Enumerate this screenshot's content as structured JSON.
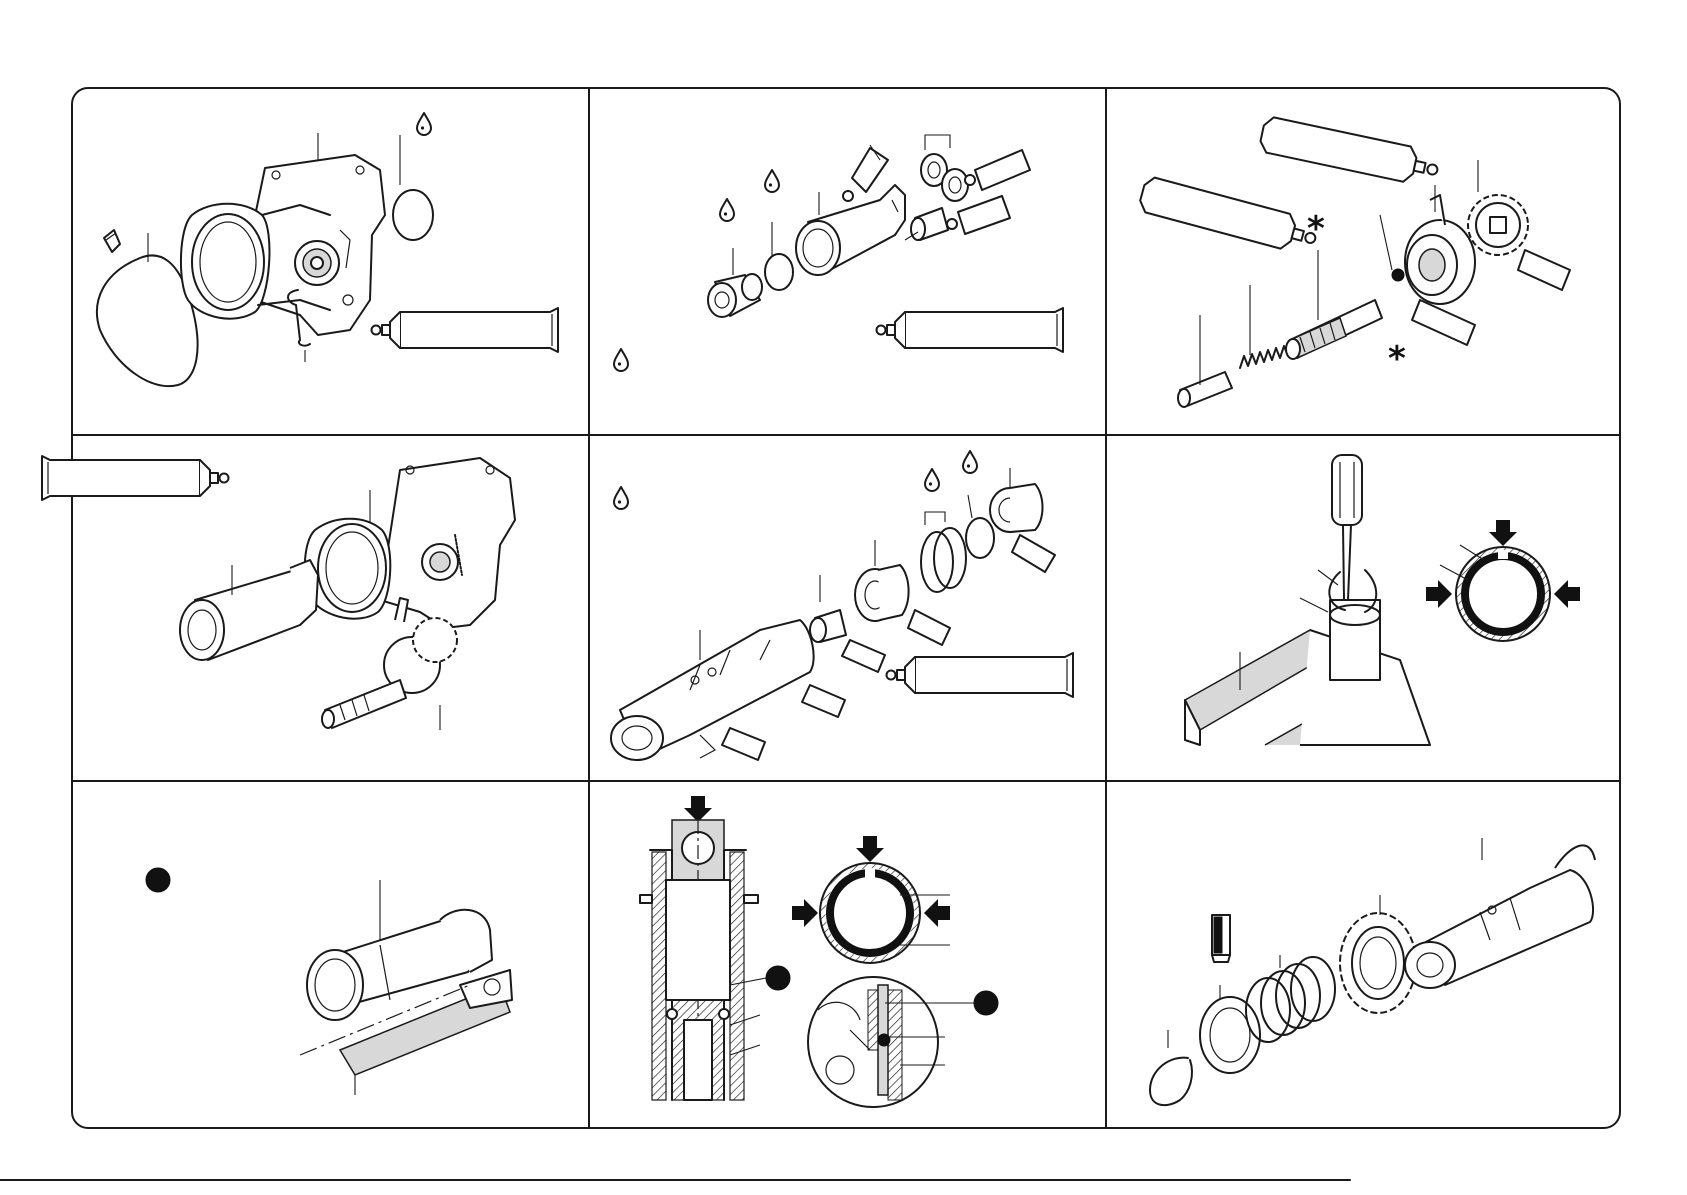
{
  "figure": {
    "panels": [
      {
        "id": "p1",
        "content": "gear-housing-exploded"
      },
      {
        "id": "p2",
        "content": "guide-tube-exploded"
      },
      {
        "id": "p3",
        "content": "intermediate-shaft-exploded"
      },
      {
        "id": "p4",
        "content": "housing-assembly"
      },
      {
        "id": "p5",
        "content": "tool-holder-exploded"
      },
      {
        "id": "p6",
        "content": "snap-ring-removal-vise"
      },
      {
        "id": "p7",
        "content": "guide-tube-pressing"
      },
      {
        "id": "p8",
        "content": "snap-ring-sectional-view"
      },
      {
        "id": "p9",
        "content": "spring-gear-exploded"
      }
    ],
    "marks": {
      "star": "*"
    },
    "colors": {
      "line": "#1a1a1a",
      "background": "#ffffff",
      "shading": "#d8d8d8"
    },
    "icons": [
      "oil-drop-icon",
      "grease-tube-icon",
      "press-arrow-icon",
      "black-dot-icon",
      "chisel-icon"
    ]
  }
}
